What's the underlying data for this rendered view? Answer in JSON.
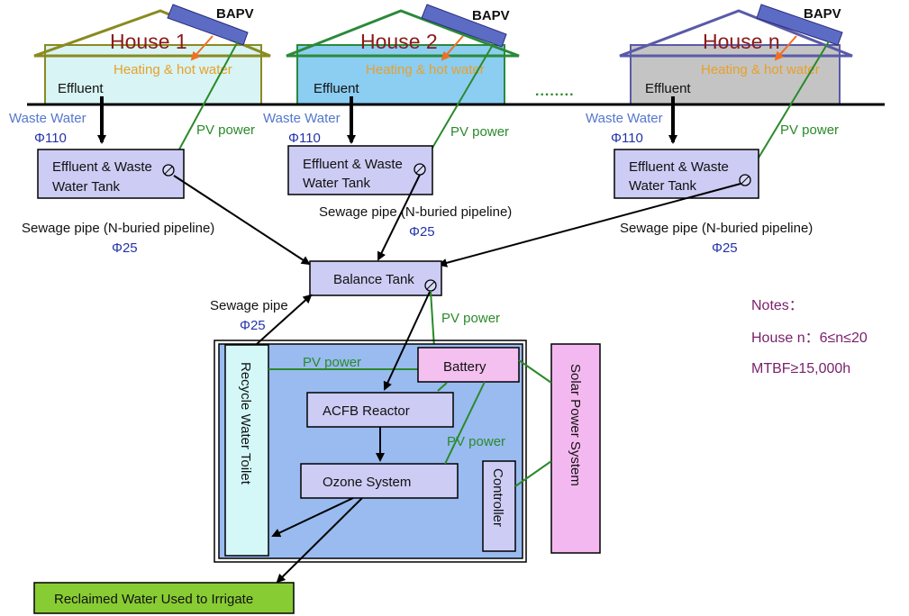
{
  "houses": [
    {
      "name": "House 1",
      "bapv": "BAPV",
      "heating": "Heating & hot water",
      "effluent": "Effluent",
      "waste_water": "Waste Water",
      "pipe_dia": "Φ110",
      "pv": "PV power",
      "tank_line1": "Effluent & Waste",
      "tank_line2": "Water Tank",
      "roof_color": "#8a8a20",
      "wall_color": "#d8f4f4"
    },
    {
      "name": "House 2",
      "bapv": "BAPV",
      "heating": "Heating & hot water",
      "effluent": "Effluent",
      "waste_water": "Waste Water",
      "pipe_dia": "Φ110",
      "pv": "PV power",
      "tank_line1": "Effluent & Waste",
      "tank_line2": "Water Tank",
      "roof_color": "#2a8a3a",
      "wall_color": "#8ccdf2"
    },
    {
      "name": "House n",
      "bapv": "BAPV",
      "heating": "Heating & hot water",
      "effluent": "Effluent",
      "waste_water": "Waste Water",
      "pipe_dia": "Φ110",
      "pv": "PV power",
      "tank_line1": "Effluent & Waste",
      "tank_line2": "Water Tank",
      "roof_color": "#5a5aa8",
      "wall_color": "#c4c4c4"
    }
  ],
  "ellipsis": "........",
  "sewage_pipes": [
    {
      "label": "Sewage pipe (N-buried pipeline)",
      "dia": "Φ25"
    },
    {
      "label": "Sewage pipe (N-buried pipeline)",
      "dia": "Φ25"
    },
    {
      "label": "Sewage pipe (N-buried pipeline)",
      "dia": "Φ25"
    }
  ],
  "balance_tank": "Balance Tank",
  "recycle_pipe": {
    "label": "Sewage pipe",
    "dia": "Φ25"
  },
  "pv_power_balance": "PV power",
  "pv_power_toilet": "PV power",
  "pv_power_ozone": "PV power",
  "recycle_toilet": "Recycle Water Toilet",
  "battery": "Battery",
  "acfb_reactor": "ACFB Reactor",
  "ozone_system": "Ozone System",
  "controller": "Controller",
  "solar_power_system": "Solar Power System",
  "reclaimed_water": "Reclaimed Water Used to Irrigate",
  "notes": {
    "title": "Notes：",
    "line1": "House n：6≤n≤20",
    "line2": "MTBF≥15,000h"
  },
  "colors": {
    "tank_fill": "#ccccf4",
    "system_fill": "#99bbf0",
    "battery_fill": "#f4c0f0",
    "solar_fill": "#f4b8f0",
    "toilet_fill": "#d4f8f8",
    "reclaimed_fill": "#88cc33",
    "pv_green": "#2a8a2a",
    "arrow_orange": "#f07020"
  }
}
